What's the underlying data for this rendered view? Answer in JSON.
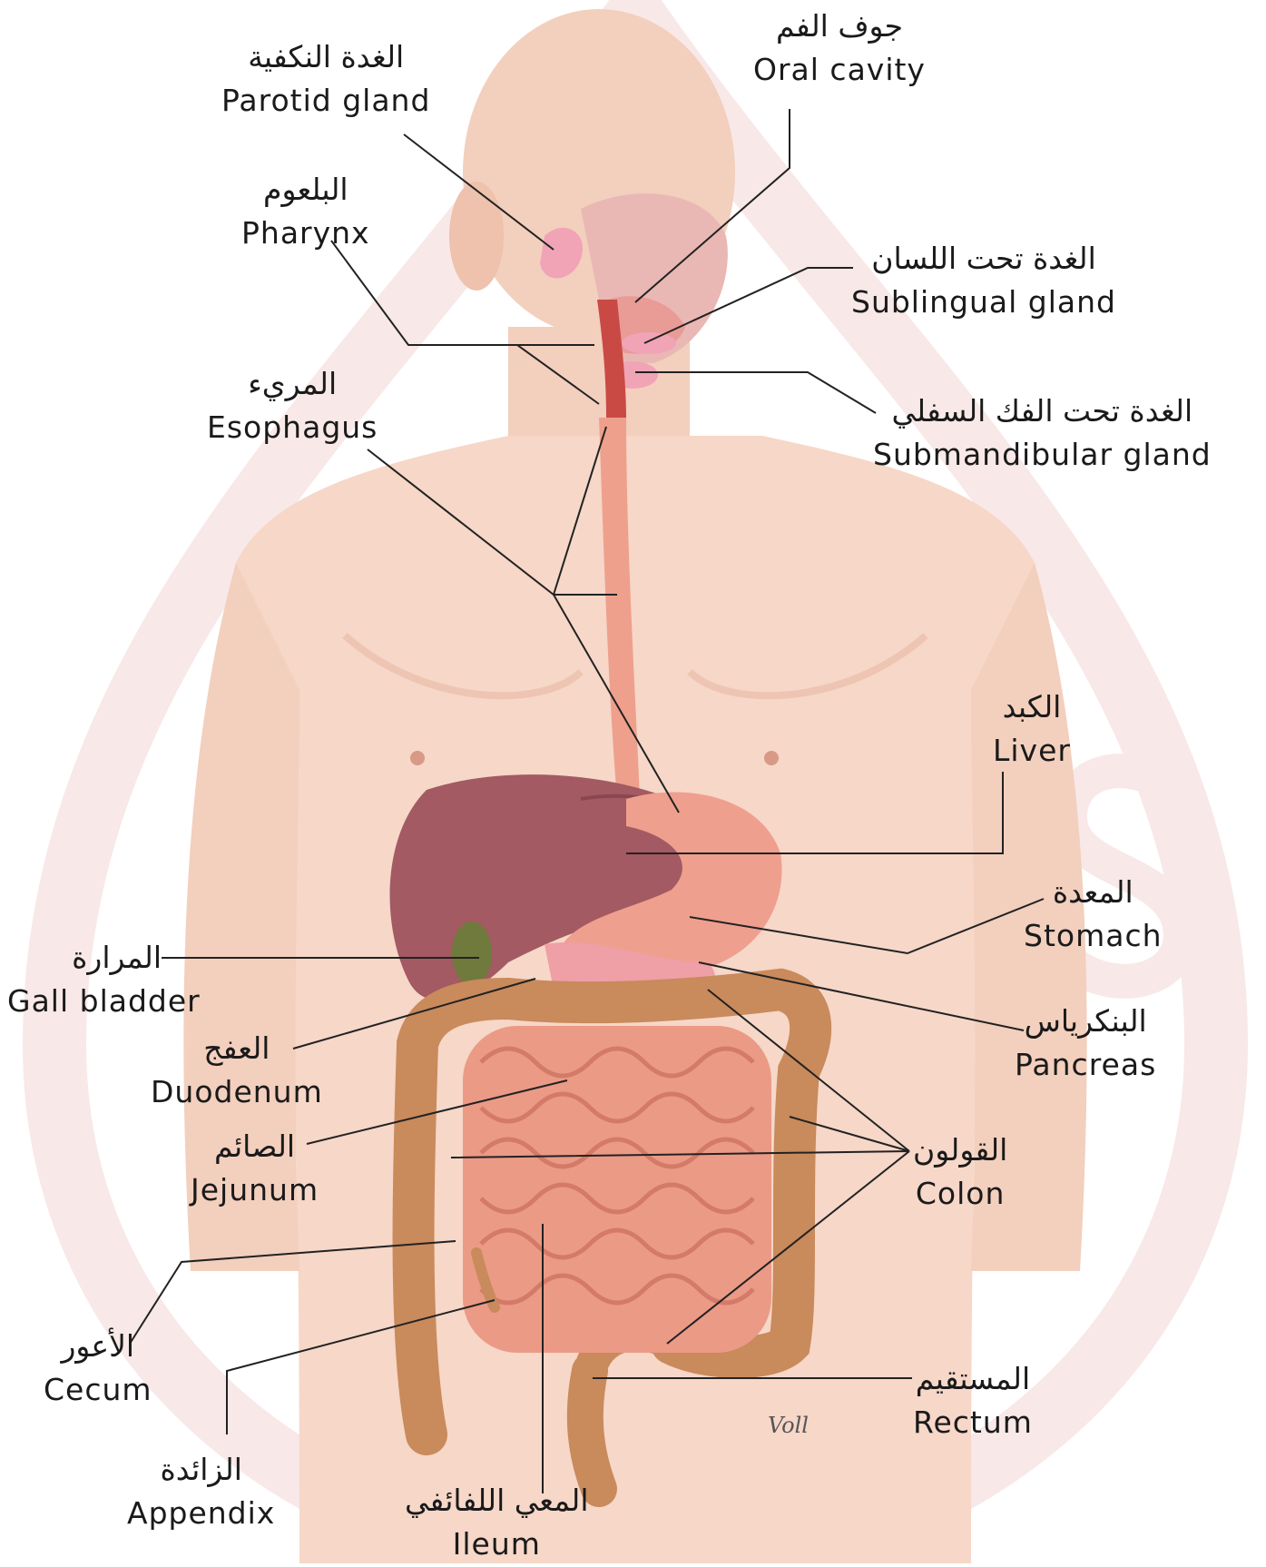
{
  "labels": {
    "oral_cavity": {
      "ar": "جوف الفم",
      "en": "Oral cavity"
    },
    "parotid": {
      "ar": "الغدة النكفية",
      "en": "Parotid gland"
    },
    "pharynx": {
      "ar": "البلعوم",
      "en": "Pharynx"
    },
    "sublingual": {
      "ar": "الغدة تحت اللسان",
      "en": "Sublingual gland"
    },
    "submandibular": {
      "ar": "الغدة تحت الفك السفلي",
      "en": "Submandibular gland"
    },
    "esophagus": {
      "ar": "المريء",
      "en": "Esophagus"
    },
    "liver": {
      "ar": "الكبد",
      "en": "Liver"
    },
    "stomach": {
      "ar": "المعدة",
      "en": "Stomach"
    },
    "gall_bladder": {
      "ar": "المرارة",
      "en": "Gall bladder"
    },
    "pancreas": {
      "ar": "البنكرياس",
      "en": "Pancreas"
    },
    "duodenum": {
      "ar": "العفج",
      "en": "Duodenum"
    },
    "jejunum": {
      "ar": "الصائم",
      "en": "Jejunum"
    },
    "colon": {
      "ar": "القولون",
      "en": "Colon"
    },
    "cecum": {
      "ar": "الأعور",
      "en": "Cecum"
    },
    "rectum": {
      "ar": "المستقيم",
      "en": "Rectum"
    },
    "appendix": {
      "ar": "الزائدة",
      "en": "Appendix"
    },
    "ileum": {
      "ar": "المعي اللفائفي",
      "en": "Ileum"
    }
  },
  "signature": "Voll",
  "colors": {
    "skin": "#f5d3c2",
    "skin_shadow": "#e8b9a3",
    "liver": "#a35a63",
    "stomach": "#ef9f8e",
    "colon": "#c98a5c",
    "small_intestine": "#eb9a86",
    "esophagus": "#eea08d",
    "gland": "#f0a4b6",
    "watermark": "#f6e3e3",
    "leader_line": "#222222"
  }
}
